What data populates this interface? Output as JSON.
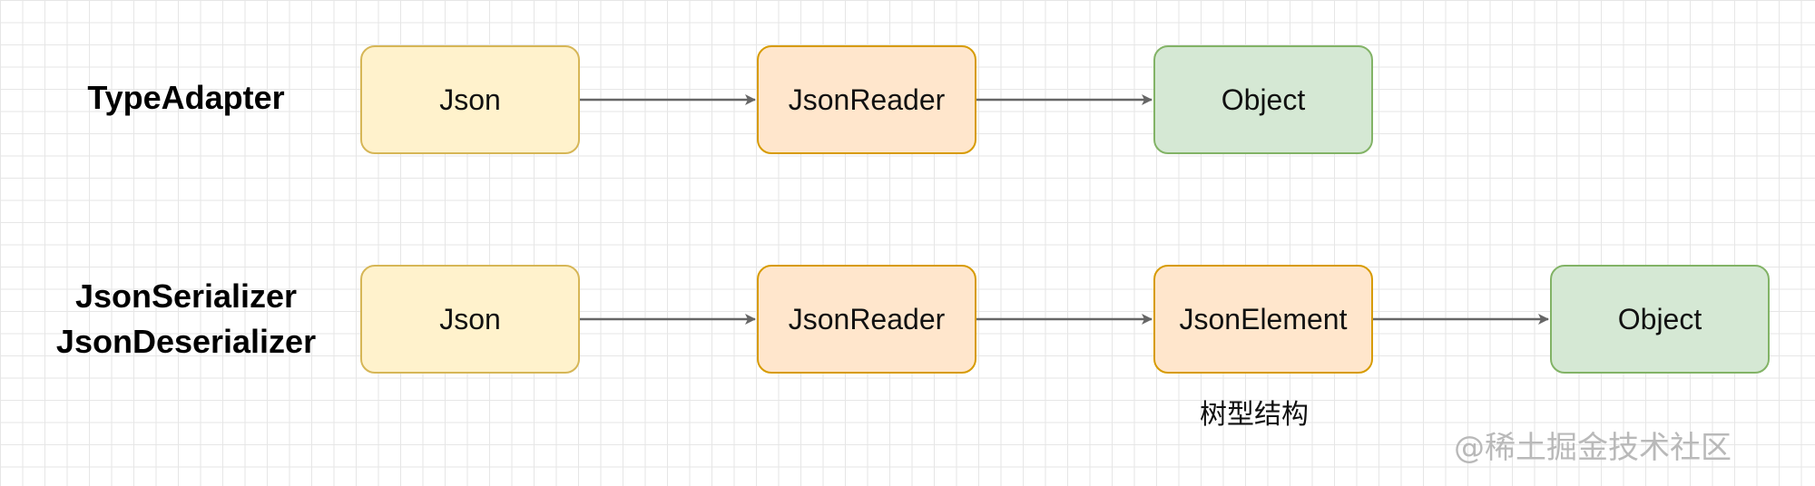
{
  "rows": [
    {
      "label_lines": [
        "TypeAdapter"
      ],
      "nodes": [
        {
          "label": "Json",
          "color": "yellow"
        },
        {
          "label": "JsonReader",
          "color": "orange"
        },
        {
          "label": "Object",
          "color": "green"
        }
      ]
    },
    {
      "label_lines": [
        "JsonSerializer",
        "JsonDeserializer"
      ],
      "nodes": [
        {
          "label": "Json",
          "color": "yellow"
        },
        {
          "label": "JsonReader",
          "color": "orange"
        },
        {
          "label": "JsonElement",
          "color": "orange"
        },
        {
          "label": "Object",
          "color": "green"
        }
      ]
    }
  ],
  "note": "树型结构",
  "watermark": "@稀土掘金技术社区",
  "colors": {
    "yellow_fill": "#fff2cc",
    "yellow_stroke": "#d6b656",
    "orange_fill": "#ffe6cc",
    "orange_stroke": "#d79b00",
    "green_fill": "#d5e8d4",
    "green_stroke": "#82b366",
    "arrow": "#666666"
  }
}
